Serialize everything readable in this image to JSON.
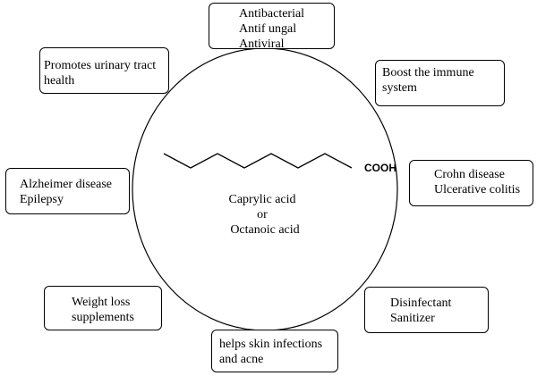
{
  "center": {
    "molecule_group": "COOH",
    "name_line1": "Caprylic acid",
    "name_line2": "or",
    "name_line3": "Octanoic acid"
  },
  "benefits": [
    {
      "lines": [
        "Antibacterial",
        "Antif ungal",
        "Antiviral"
      ]
    },
    {
      "lines": [
        "Boost the immune",
        "system"
      ]
    },
    {
      "lines": [
        "Crohn disease",
        "Ulcerative colitis"
      ]
    },
    {
      "lines": [
        "Disinfectant",
        "Sanitizer"
      ]
    },
    {
      "lines": [
        "helps skin infections",
        "and acne"
      ]
    },
    {
      "lines": [
        "Weight loss",
        "supplements"
      ]
    },
    {
      "lines": [
        "Alzheimer disease",
        "Epilepsy"
      ]
    },
    {
      "lines": [
        "Promotes urinary tract",
        "health"
      ]
    }
  ]
}
